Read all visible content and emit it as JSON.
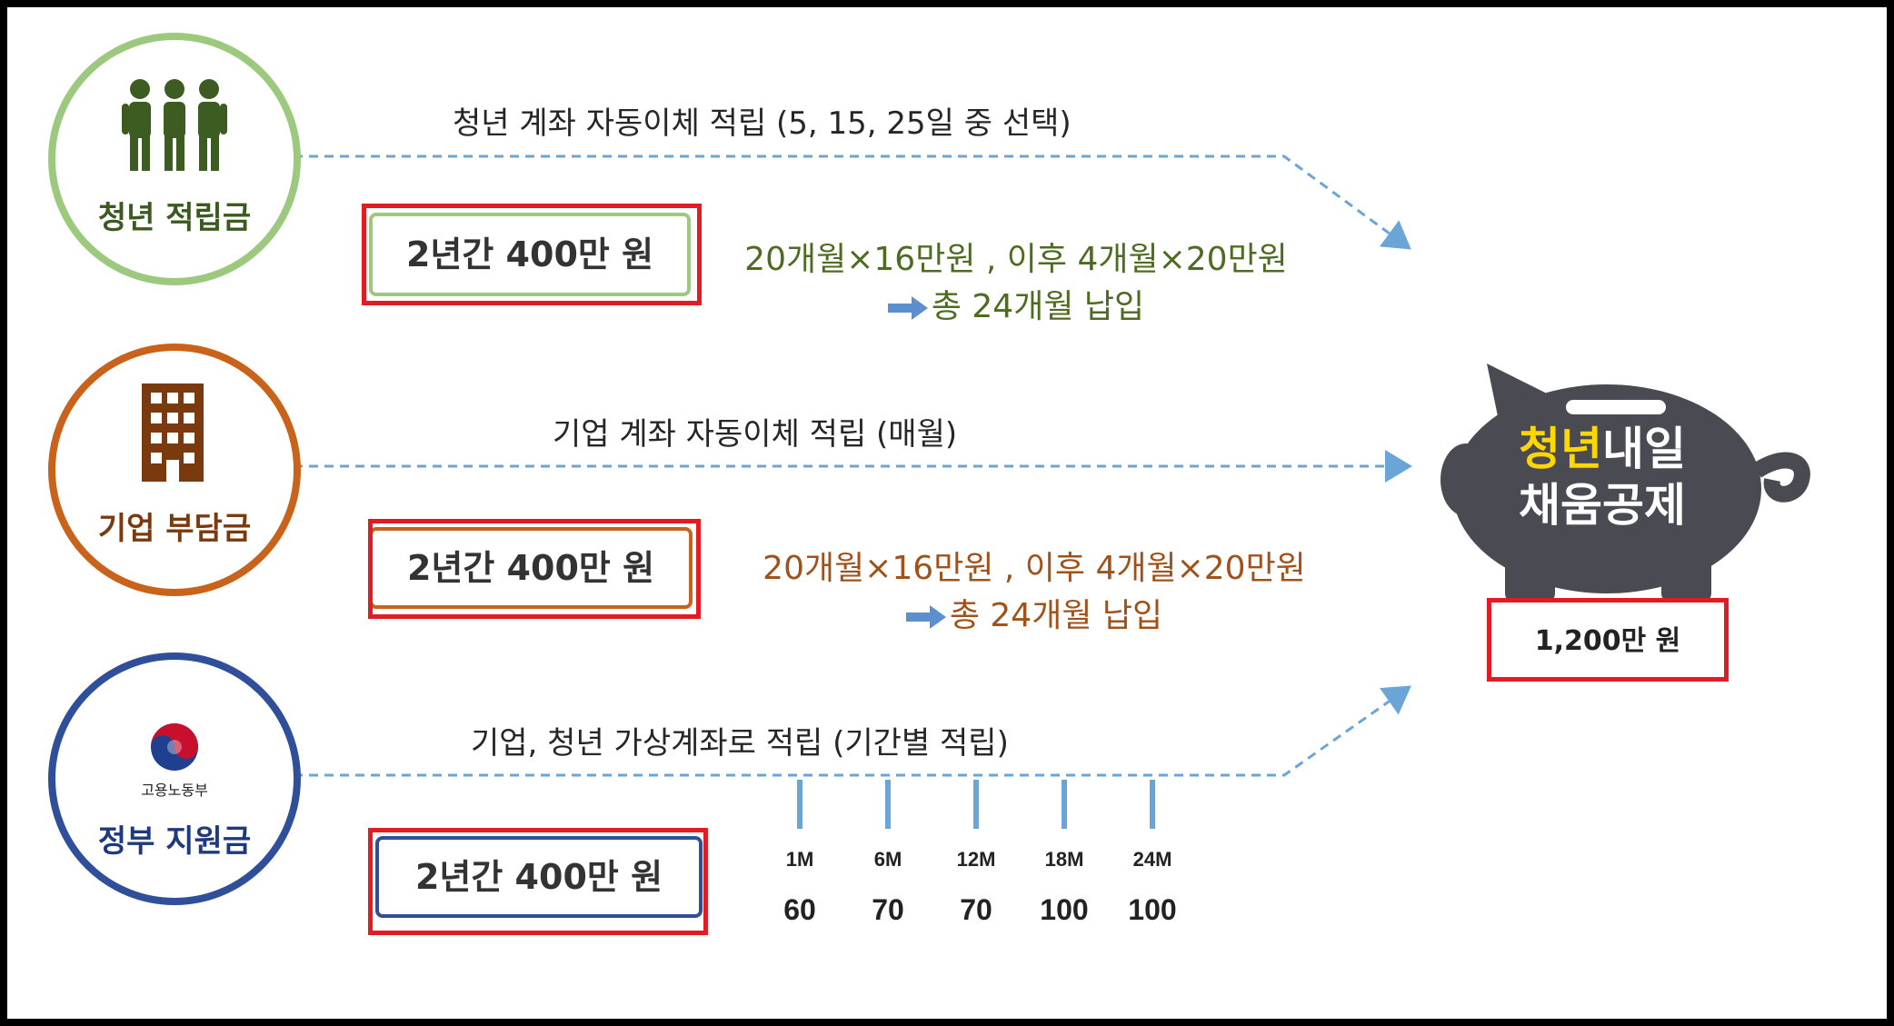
{
  "rows": [
    {
      "label": "청년 적립금",
      "color": "#9dc97f",
      "label_color": "#3a5a1f",
      "title": "청년 계좌 자동이체 적립 (5, 15, 25일 중 선택)",
      "amount": "2년간 400만 원",
      "note_line1": "20개월×16만원 , 이후 4개월×20만원",
      "note_line2": "총 24개월 납입",
      "note_color": "#4e6b22",
      "icon": "people-icon"
    },
    {
      "label": "기업 부담금",
      "color": "#c9631c",
      "label_color": "#7a3a0e",
      "title": "기업 계좌 자동이체 적립 (매월)",
      "amount": "2년간 400만 원",
      "note_line1": "20개월×16만원 , 이후 4개월×20만원",
      "note_line2": "총 24개월 납입",
      "note_color": "#a0521b",
      "icon": "building-icon"
    },
    {
      "label": "정부 지원금",
      "color": "#2f4f9a",
      "label_color": "#1f3a7a",
      "title": "기업, 청년 가상계좌로 적립 (기간별 적립)",
      "amount": "2년간 400만 원",
      "ministry": "고용노동부",
      "icon": "government-emblem-icon"
    }
  ],
  "schedule": [
    {
      "month": "1M",
      "value": "60"
    },
    {
      "month": "6M",
      "value": "70"
    },
    {
      "month": "12M",
      "value": "70"
    },
    {
      "month": "18M",
      "value": "100"
    },
    {
      "month": "24M",
      "value": "100"
    }
  ],
  "piggy": {
    "title_highlight": "청년",
    "title_rest1": "내일",
    "title_line2": "채움공제",
    "highlight_color": "#ffd700",
    "body_color": "#4a4a52",
    "icon": "piggy-bank-icon"
  },
  "total": "1,200만 원",
  "accent_red": "#e31b23",
  "line_color": "#6ba5d8"
}
